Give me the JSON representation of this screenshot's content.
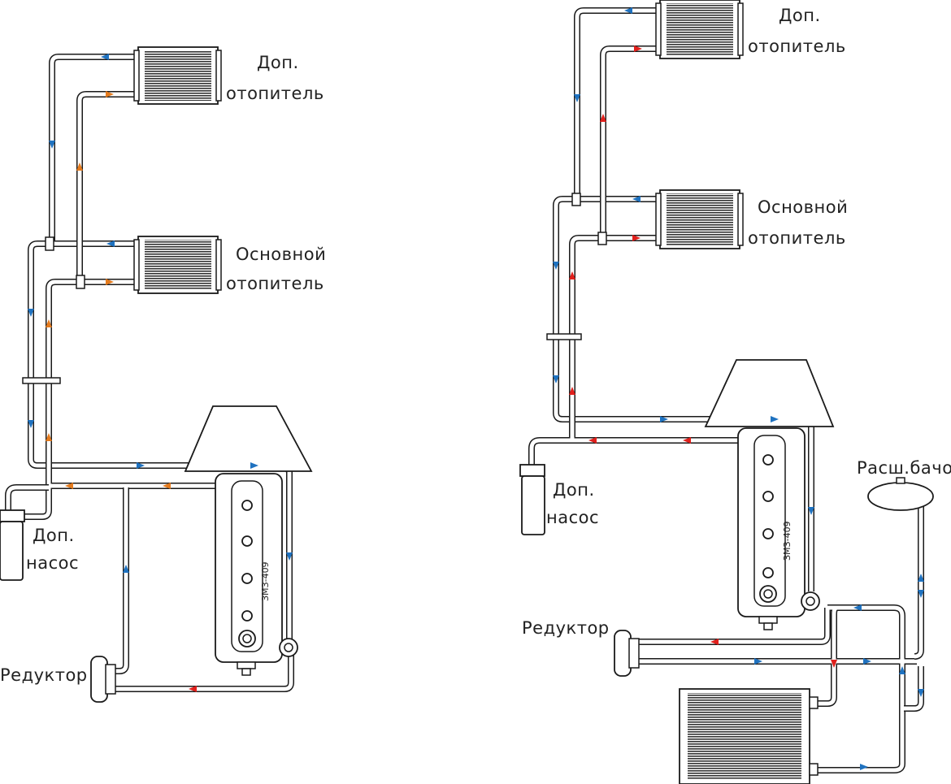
{
  "colors": {
    "blue": "#1f72c0",
    "orange": "#e47b1e",
    "red": "#e0201c",
    "line": "#1a1a1a"
  },
  "icons": [
    "radiator-icon",
    "pump-icon",
    "engine-icon",
    "reducer-icon",
    "tank-icon"
  ],
  "left": {
    "extra_heater": {
      "line1": "Доп.",
      "line2": "отопитель"
    },
    "main_heater": {
      "line1": "Основной",
      "line2": "отопитель"
    },
    "pump": {
      "line1": "Доп.",
      "line2": "насос"
    },
    "reducer": "Редуктор",
    "engine": "ЗМЗ-409"
  },
  "right": {
    "extra_heater": {
      "line1": "Доп.",
      "line2": "отопитель"
    },
    "main_heater": {
      "line1": "Основной",
      "line2": "отопитель"
    },
    "pump": {
      "line1": "Доп.",
      "line2": "насос"
    },
    "reducer": "Редуктор",
    "tank": "Расш.бачок",
    "engine": "ЗМЗ-409"
  }
}
